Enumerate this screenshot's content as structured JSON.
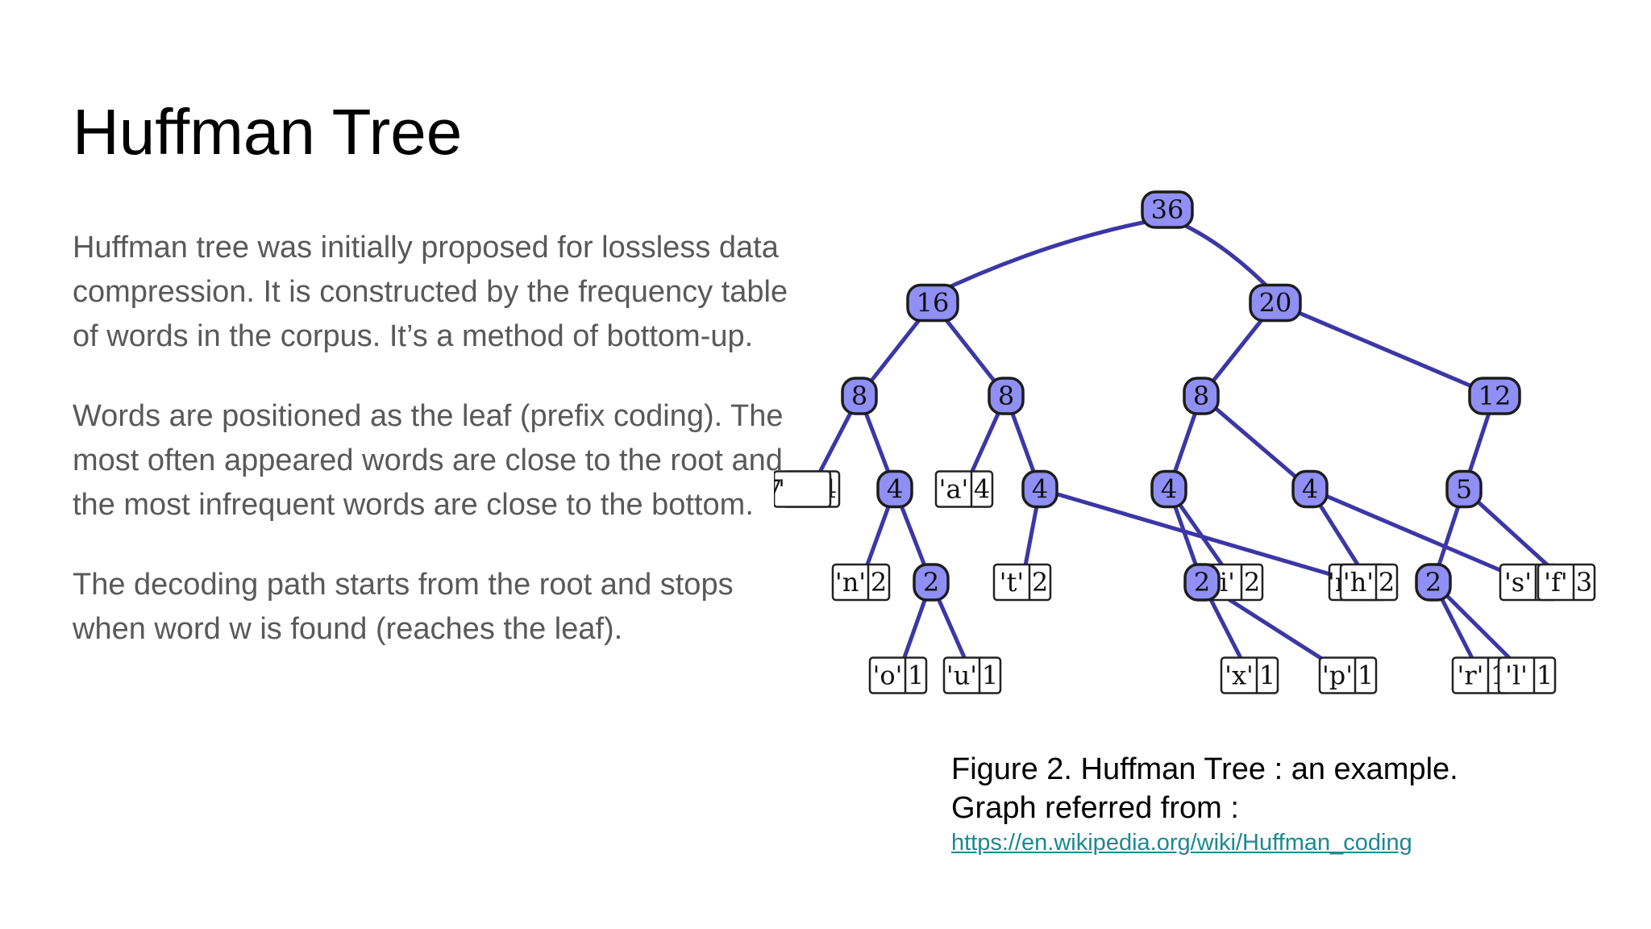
{
  "slide": {
    "title": "Huffman Tree",
    "paragraphs": [
      "Huffman tree was initially proposed for lossless data compression. It is constructed by the frequency table of words in the corpus. It’s a method of bottom-up.",
      "Words are positioned as the leaf (prefix coding). The most often appeared words are close to the root and the most infrequent words are close to the bottom.",
      "The decoding path starts from the root and stops when word w is found (reaches the leaf)."
    ],
    "caption": "Figure 2. Huffman Tree : an example. Graph referred from :",
    "caption_link": "https://en.wikipedia.org/wiki/Huffman_coding"
  },
  "tree": {
    "colors": {
      "internal_fill": "#8f8ff5",
      "edge": "#3b37a6",
      "leaf_box": "#ffffff"
    },
    "root": {
      "w": "36",
      "children": [
        {
          "w": "16",
          "children": [
            {
              "w": "8",
              "children": [
                {
                  "sym": "'e'",
                  "w": "4"
                },
                {
                  "w": "4",
                  "children": [
                    {
                      "sym": "'n'",
                      "w": "2"
                    },
                    {
                      "w": "2",
                      "children": [
                        {
                          "sym": "'o'",
                          "w": "1"
                        },
                        {
                          "sym": "'u'",
                          "w": "1"
                        }
                      ]
                    }
                  ]
                }
              ]
            },
            {
              "w": "8",
              "children": [
                {
                  "sym": "'a'",
                  "w": "4"
                },
                {
                  "w": "4",
                  "children": [
                    {
                      "sym": "'t'",
                      "w": "2"
                    },
                    {
                      "sym": "'m'",
                      "w": "2"
                    }
                  ]
                }
              ]
            }
          ]
        },
        {
          "w": "20",
          "children": [
            {
              "w": "8",
              "children": [
                {
                  "w": "4",
                  "children": [
                    {
                      "sym": "'i'",
                      "w": "2"
                    },
                    {
                      "w": "2",
                      "children": [
                        {
                          "sym": "'x'",
                          "w": "1"
                        },
                        {
                          "sym": "'p'",
                          "w": "1"
                        }
                      ]
                    }
                  ]
                },
                {
                  "w": "4",
                  "children": [
                    {
                      "sym": "'h'",
                      "w": "2"
                    },
                    {
                      "sym": "'s'",
                      "w": "2"
                    }
                  ]
                }
              ]
            },
            {
              "w": "12",
              "children": [
                {
                  "w": "5",
                  "children": [
                    {
                      "w": "2",
                      "children": [
                        {
                          "sym": "'r'",
                          "w": "1"
                        },
                        {
                          "sym": "'l'",
                          "w": "1"
                        }
                      ]
                    },
                    {
                      "sym": "'f'",
                      "w": "3"
                    }
                  ]
                },
                {
                  "sym": "' '",
                  "w": "7"
                }
              ]
            }
          ]
        }
      ]
    }
  }
}
